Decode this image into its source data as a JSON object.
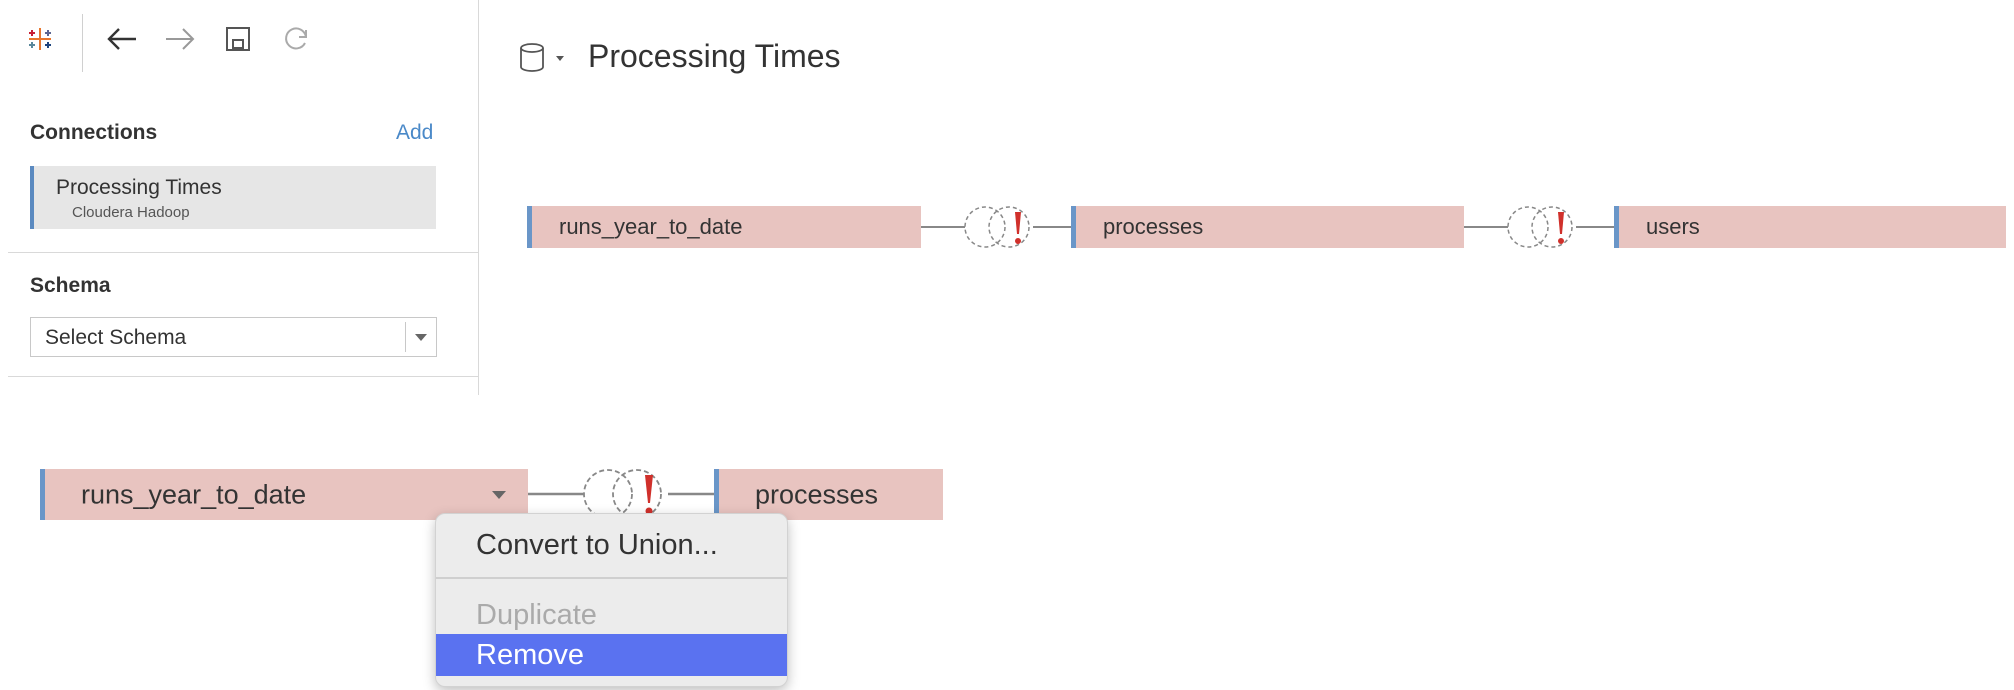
{
  "toolbar": {
    "icons": [
      "tableau-logo-icon",
      "back-arrow-icon",
      "forward-arrow-icon",
      "save-icon",
      "refresh-icon"
    ]
  },
  "sidebar": {
    "connections_title": "Connections",
    "add_label": "Add",
    "connection": {
      "name": "Processing Times",
      "type": "Cloudera Hadoop"
    },
    "schema_title": "Schema",
    "schema_select_value": "Select Schema"
  },
  "header": {
    "title": "Processing Times"
  },
  "canvas": {
    "tables": [
      "runs_year_to_date",
      "processes",
      "users"
    ]
  },
  "detail": {
    "left_table": "runs_year_to_date",
    "right_table": "processes"
  },
  "context_menu": {
    "items": [
      {
        "label": "Convert to Union...",
        "state": "enabled"
      },
      {
        "label": "Duplicate",
        "state": "disabled"
      },
      {
        "label": "Remove",
        "state": "highlighted"
      }
    ]
  },
  "colors": {
    "pill_fill": "#e8c4c0",
    "pill_accent": "#6a96c8",
    "error_red": "#d0302b",
    "menu_highlight": "#5a72f0",
    "link_blue": "#4a89c8"
  }
}
